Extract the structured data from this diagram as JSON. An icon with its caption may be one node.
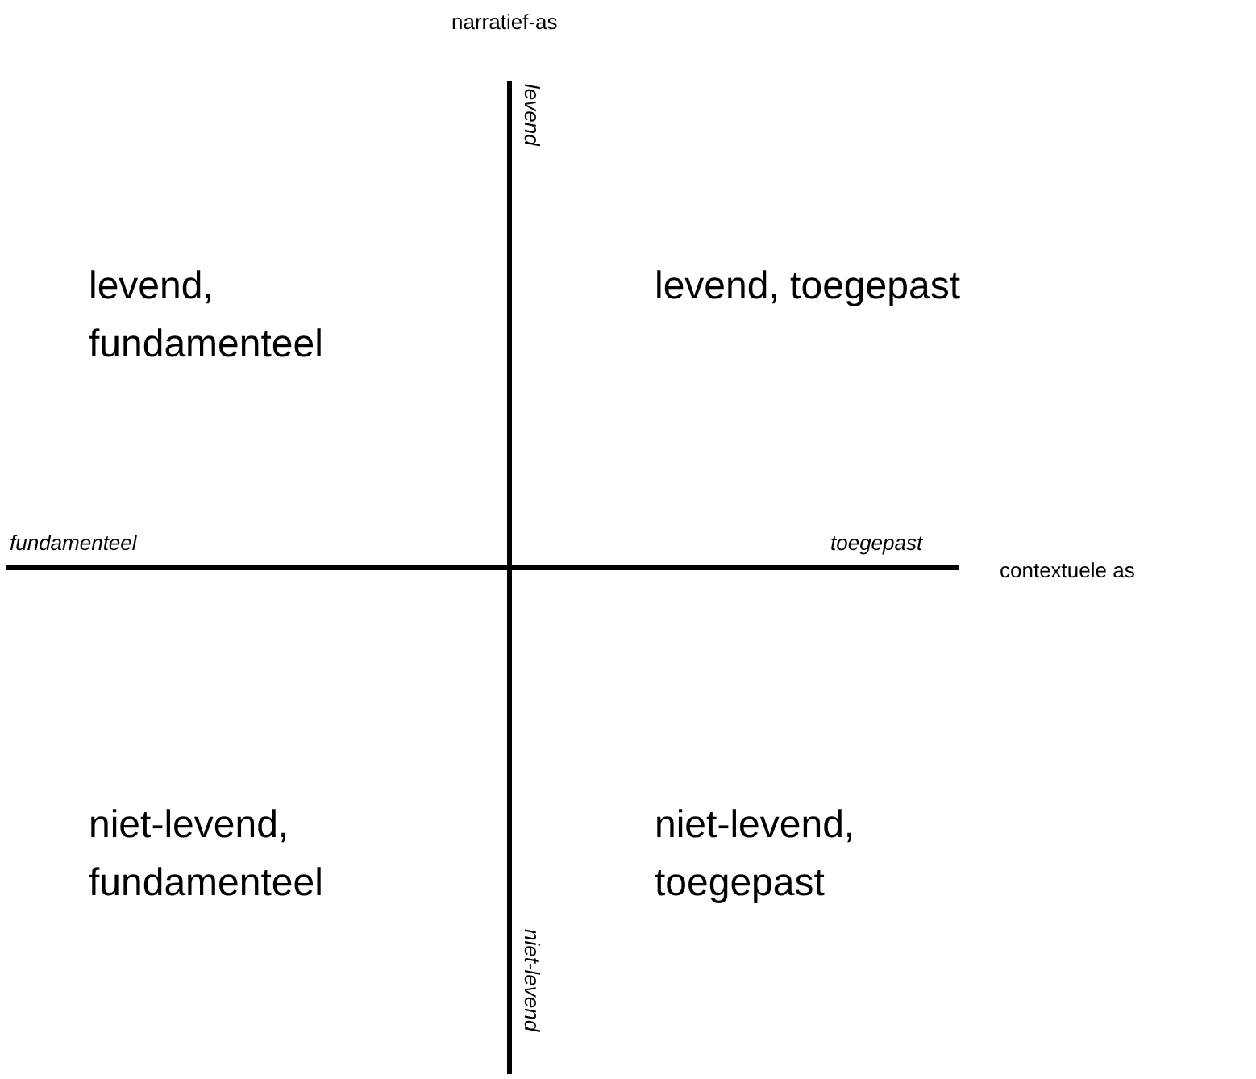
{
  "diagram": {
    "labels": [
      "narratief-as",
      "levend",
      "levend, fundamenteel",
      "levend, toegepast",
      "fundamenteel",
      "toegepast",
      "contextuele as",
      "niet-levend, fundamenteel",
      "niet-levend, toegepast",
      "niet-levend"
    ]
  }
}
